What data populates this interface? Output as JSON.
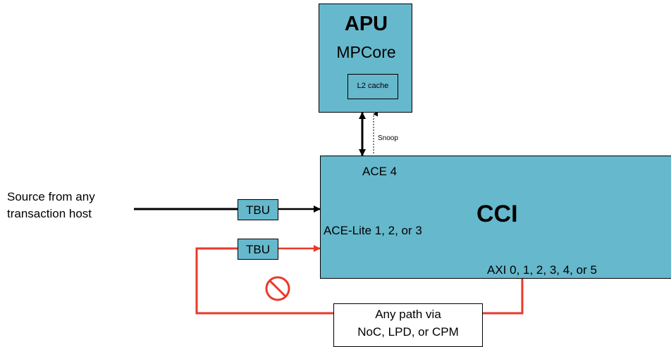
{
  "apu": {
    "title": "APU",
    "subtitle": "MPCore",
    "cache": "L2 cache"
  },
  "snoop_label": "Snoop",
  "cci": {
    "title": "CCI",
    "port_ace": "ACE 4",
    "port_ace_lite": "ACE-Lite 1, 2, or 3",
    "port_axi": "AXI 0, 1, 2, 3, 4, or 5"
  },
  "source": {
    "line1": "Source from any",
    "line2": "transaction host"
  },
  "tbu_top": "TBU",
  "tbu_bottom": "TBU",
  "path_box": {
    "line1": "Any path via",
    "line2": "NoC, LPD, or CPM"
  },
  "colors": {
    "block_fill": "#66b8cc",
    "forbidden_path": "#e8382b",
    "normal_path": "#000000"
  },
  "icons": {
    "prohibited": "prohibited-icon"
  }
}
